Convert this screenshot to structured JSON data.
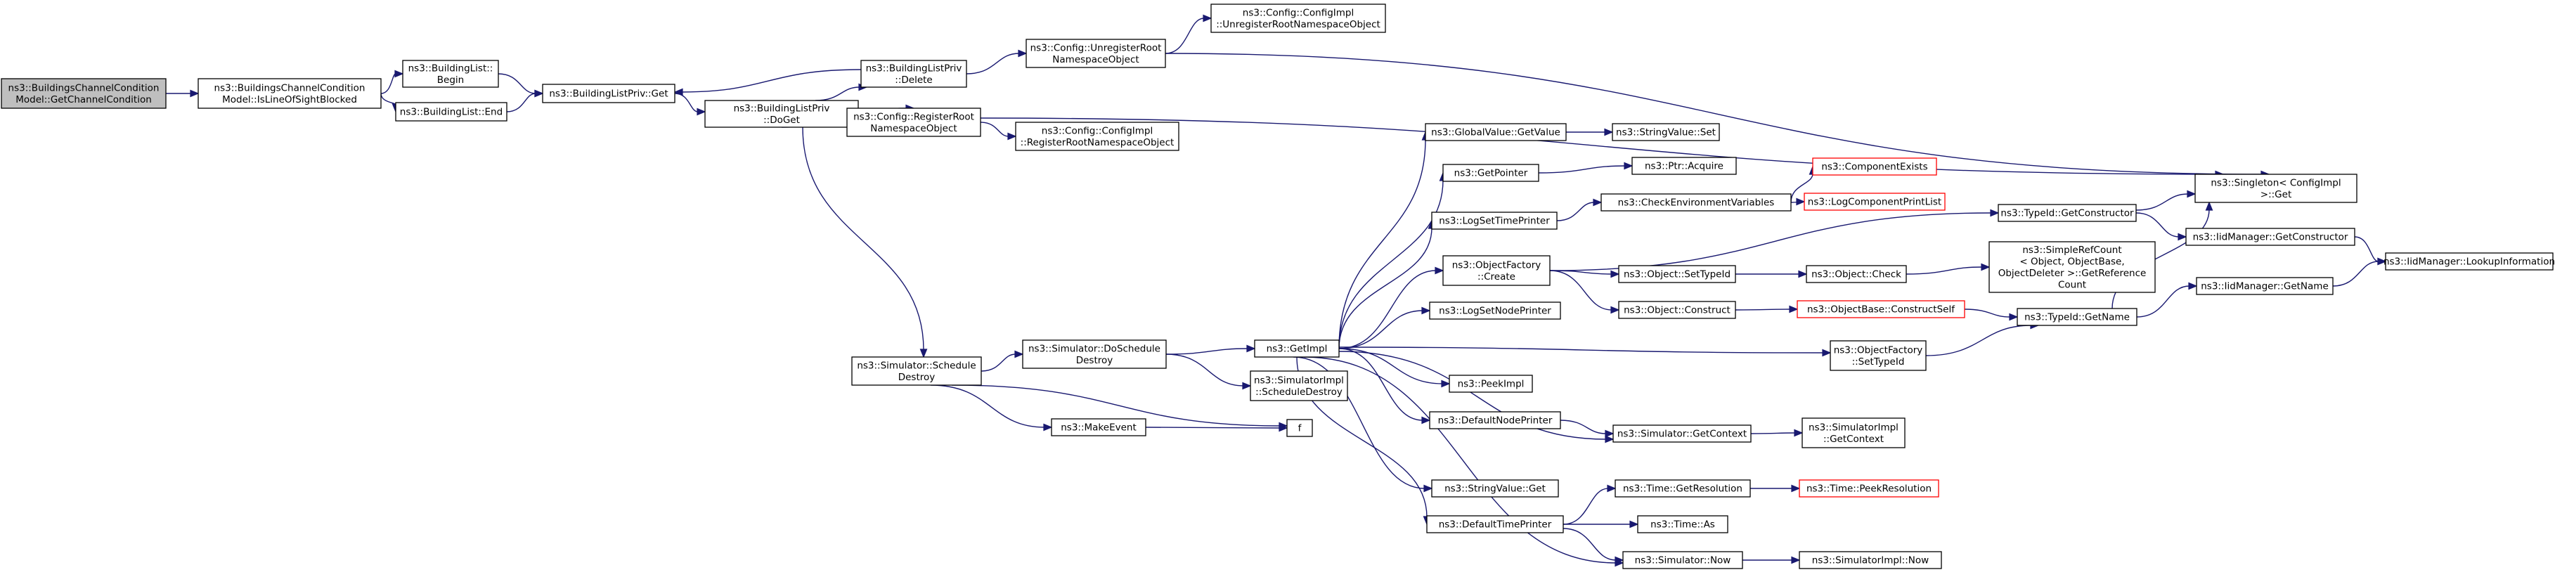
{
  "title": "ns3::BuildingsChannelConditionModel::GetChannelCondition",
  "colors": {
    "edge": "#191970",
    "node_border": "#000000",
    "node_border_undocumented": "#ff0000",
    "node_fill": "#ffffff",
    "focus_fill": "#bfbfbf"
  },
  "nodes": [
    {
      "id": "n0",
      "lines": [
        "ns3::BuildingsChannelCondition",
        "Model::GetChannelCondition"
      ],
      "style": "focus"
    },
    {
      "id": "n1",
      "lines": [
        "ns3::BuildingsChannelCondition",
        "Model::IsLineOfSightBlocked"
      ],
      "style": "normal"
    },
    {
      "id": "n2",
      "lines": [
        "ns3::BuildingList::",
        "Begin"
      ],
      "style": "normal"
    },
    {
      "id": "n3",
      "lines": [
        "ns3::BuildingList::End"
      ],
      "style": "normal"
    },
    {
      "id": "n4",
      "lines": [
        "ns3::BuildingListPriv::Get"
      ],
      "style": "normal"
    },
    {
      "id": "n5",
      "lines": [
        "ns3::BuildingListPriv",
        "::Delete"
      ],
      "style": "normal"
    },
    {
      "id": "n6",
      "lines": [
        "ns3::BuildingListPriv",
        "::DoGet"
      ],
      "style": "normal"
    },
    {
      "id": "n7",
      "lines": [
        "ns3::Config::UnregisterRoot",
        "NamespaceObject"
      ],
      "style": "normal"
    },
    {
      "id": "n8",
      "lines": [
        "ns3::Config::ConfigImpl",
        "::UnregisterRootNamespaceObject"
      ],
      "style": "normal"
    },
    {
      "id": "n9",
      "lines": [
        "ns3::Config::RegisterRoot",
        "NamespaceObject"
      ],
      "style": "normal"
    },
    {
      "id": "n10",
      "lines": [
        "ns3::Config::ConfigImpl",
        "::RegisterRootNamespaceObject"
      ],
      "style": "normal"
    },
    {
      "id": "n11",
      "lines": [
        "ns3::Simulator::Schedule",
        "Destroy"
      ],
      "style": "normal"
    },
    {
      "id": "n12",
      "lines": [
        "ns3::Simulator::DoSchedule",
        "Destroy"
      ],
      "style": "normal"
    },
    {
      "id": "n13",
      "lines": [
        "ns3::MakeEvent"
      ],
      "style": "normal"
    },
    {
      "id": "n14",
      "lines": [
        "ns3::GetImpl"
      ],
      "style": "normal"
    },
    {
      "id": "n15",
      "lines": [
        "ns3::SimulatorImpl",
        "::ScheduleDestroy"
      ],
      "style": "normal"
    },
    {
      "id": "n16",
      "lines": [
        "f"
      ],
      "style": "normal"
    },
    {
      "id": "n17",
      "lines": [
        "ns3::GlobalValue::GetValue"
      ],
      "style": "normal"
    },
    {
      "id": "n18",
      "lines": [
        "ns3::StringValue::Set"
      ],
      "style": "normal"
    },
    {
      "id": "n19",
      "lines": [
        "ns3::GetPointer"
      ],
      "style": "normal"
    },
    {
      "id": "n20",
      "lines": [
        "ns3::Ptr::Acquire"
      ],
      "style": "normal"
    },
    {
      "id": "n21",
      "lines": [
        "ns3::LogSetTimePrinter"
      ],
      "style": "normal"
    },
    {
      "id": "n22",
      "lines": [
        "ns3::CheckEnvironmentVariables"
      ],
      "style": "normal"
    },
    {
      "id": "n23",
      "lines": [
        "ns3::ComponentExists"
      ],
      "style": "undocumented"
    },
    {
      "id": "n24",
      "lines": [
        "ns3::LogComponentPrintList"
      ],
      "style": "undocumented"
    },
    {
      "id": "n25",
      "lines": [
        "ns3::ObjectFactory",
        "::Create"
      ],
      "style": "normal"
    },
    {
      "id": "n26",
      "lines": [
        "ns3::Object::SetTypeId"
      ],
      "style": "normal"
    },
    {
      "id": "n27",
      "lines": [
        "ns3::Object::Check"
      ],
      "style": "normal"
    },
    {
      "id": "n28",
      "lines": [
        "ns3::SimpleRefCount",
        "< Object, ObjectBase,",
        "ObjectDeleter >::GetReference",
        "Count"
      ],
      "style": "normal"
    },
    {
      "id": "n29",
      "lines": [
        "ns3::Object::Construct"
      ],
      "style": "normal"
    },
    {
      "id": "n30",
      "lines": [
        "ns3::ObjectBase::ConstructSelf"
      ],
      "style": "undocumented"
    },
    {
      "id": "n31",
      "lines": [
        "ns3::TypeId::GetConstructor"
      ],
      "style": "normal"
    },
    {
      "id": "n32",
      "lines": [
        "ns3::Singleton< ConfigImpl",
        ">::Get"
      ],
      "style": "normal"
    },
    {
      "id": "n33",
      "lines": [
        "ns3::IidManager::GetConstructor"
      ],
      "style": "normal"
    },
    {
      "id": "n34",
      "lines": [
        "ns3::IidManager::LookupInformation"
      ],
      "style": "normal"
    },
    {
      "id": "n35",
      "lines": [
        "ns3::TypeId::GetName"
      ],
      "style": "normal"
    },
    {
      "id": "n36",
      "lines": [
        "ns3::IidManager::GetName"
      ],
      "style": "normal"
    },
    {
      "id": "n37",
      "lines": [
        "ns3::LogSetNodePrinter"
      ],
      "style": "normal"
    },
    {
      "id": "n38",
      "lines": [
        "ns3::ObjectFactory",
        "::SetTypeId"
      ],
      "style": "normal"
    },
    {
      "id": "n39",
      "lines": [
        "ns3::PeekImpl"
      ],
      "style": "normal"
    },
    {
      "id": "n40",
      "lines": [
        "ns3::DefaultNodePrinter"
      ],
      "style": "normal"
    },
    {
      "id": "n41",
      "lines": [
        "ns3::Simulator::GetContext"
      ],
      "style": "normal"
    },
    {
      "id": "n42",
      "lines": [
        "ns3::SimulatorImpl",
        "::GetContext"
      ],
      "style": "normal"
    },
    {
      "id": "n43",
      "lines": [
        "ns3::StringValue::Get"
      ],
      "style": "normal"
    },
    {
      "id": "n44",
      "lines": [
        "ns3::DefaultTimePrinter"
      ],
      "style": "normal"
    },
    {
      "id": "n45",
      "lines": [
        "ns3::Time::GetResolution"
      ],
      "style": "normal"
    },
    {
      "id": "n46",
      "lines": [
        "ns3::Time::PeekResolution"
      ],
      "style": "undocumented"
    },
    {
      "id": "n47",
      "lines": [
        "ns3::Time::As"
      ],
      "style": "normal"
    },
    {
      "id": "n48",
      "lines": [
        "ns3::Simulator::Now"
      ],
      "style": "normal"
    },
    {
      "id": "n49",
      "lines": [
        "ns3::SimulatorImpl::Now"
      ],
      "style": "normal"
    }
  ],
  "edges": [
    [
      "n0",
      "n1"
    ],
    [
      "n1",
      "n2"
    ],
    [
      "n1",
      "n3"
    ],
    [
      "n2",
      "n4"
    ],
    [
      "n3",
      "n4"
    ],
    [
      "n4",
      "n6"
    ],
    [
      "n6",
      "n5"
    ],
    [
      "n5",
      "n4"
    ],
    [
      "n5",
      "n7"
    ],
    [
      "n6",
      "n9"
    ],
    [
      "n6",
      "n11"
    ],
    [
      "n7",
      "n8"
    ],
    [
      "n7",
      "n32"
    ],
    [
      "n9",
      "n10"
    ],
    [
      "n9",
      "n32"
    ],
    [
      "n11",
      "n12"
    ],
    [
      "n11",
      "n13"
    ],
    [
      "n11",
      "n16"
    ],
    [
      "n12",
      "n14"
    ],
    [
      "n12",
      "n15"
    ],
    [
      "n13",
      "n16"
    ],
    [
      "n14",
      "n17"
    ],
    [
      "n14",
      "n19"
    ],
    [
      "n14",
      "n21"
    ],
    [
      "n14",
      "n25"
    ],
    [
      "n14",
      "n37"
    ],
    [
      "n14",
      "n38"
    ],
    [
      "n14",
      "n39"
    ],
    [
      "n14",
      "n40"
    ],
    [
      "n14",
      "n41"
    ],
    [
      "n14",
      "n43"
    ],
    [
      "n14",
      "n44"
    ],
    [
      "n14",
      "n48"
    ],
    [
      "n17",
      "n18"
    ],
    [
      "n19",
      "n20"
    ],
    [
      "n21",
      "n22"
    ],
    [
      "n22",
      "n23"
    ],
    [
      "n22",
      "n24"
    ],
    [
      "n25",
      "n31"
    ],
    [
      "n25",
      "n26"
    ],
    [
      "n25",
      "n29"
    ],
    [
      "n26",
      "n27"
    ],
    [
      "n27",
      "n28"
    ],
    [
      "n29",
      "n30"
    ],
    [
      "n30",
      "n35"
    ],
    [
      "n31",
      "n32"
    ],
    [
      "n31",
      "n33"
    ],
    [
      "n33",
      "n34"
    ],
    [
      "n35",
      "n32"
    ],
    [
      "n35",
      "n36"
    ],
    [
      "n36",
      "n34"
    ],
    [
      "n38",
      "n35"
    ],
    [
      "n40",
      "n41"
    ],
    [
      "n41",
      "n42"
    ],
    [
      "n44",
      "n45"
    ],
    [
      "n44",
      "n47"
    ],
    [
      "n44",
      "n48"
    ],
    [
      "n45",
      "n46"
    ],
    [
      "n48",
      "n49"
    ]
  ]
}
